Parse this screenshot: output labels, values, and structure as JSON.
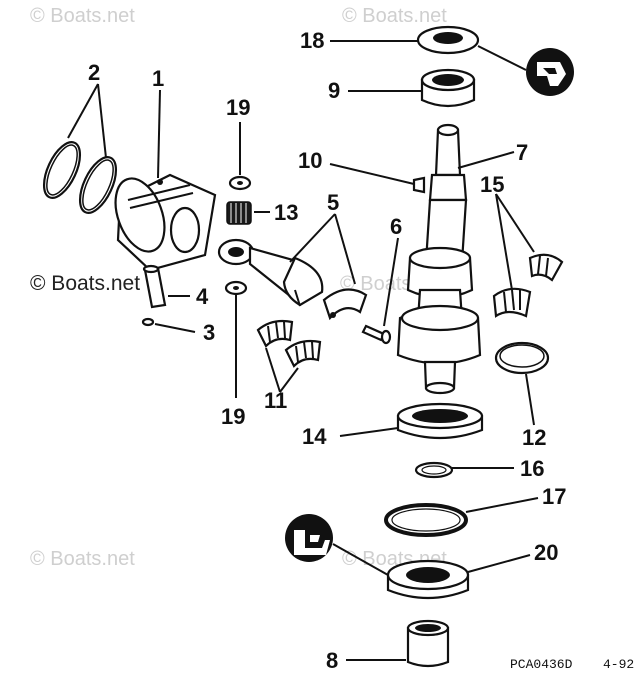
{
  "watermarks": {
    "top_left": "© Boats.net",
    "top_right": "© Boats.net",
    "mid_left": "© Boats.net",
    "mid_center": "© Boats.net",
    "bottom_left": "© Boats.net",
    "bottom_center": "© Boats.net"
  },
  "parts": {
    "p1": "1",
    "p2": "2",
    "p3": "3",
    "p4": "4",
    "p5": "5",
    "p6": "6",
    "p7": "7",
    "p8": "8",
    "p9": "9",
    "p10": "10",
    "p11": "11",
    "p12": "12",
    "p13": "13",
    "p14": "14",
    "p15": "15",
    "p16": "16",
    "p17": "17",
    "p18": "18",
    "p19a": "19",
    "p19b": "19",
    "p20": "20"
  },
  "footer": {
    "code": "PCA0436D",
    "page": "4-92"
  },
  "icons": [
    "oil-seal-icon",
    "oil-seal-icon"
  ],
  "colors": {
    "ink": "#111111",
    "watermark": "#cfcfcf"
  }
}
